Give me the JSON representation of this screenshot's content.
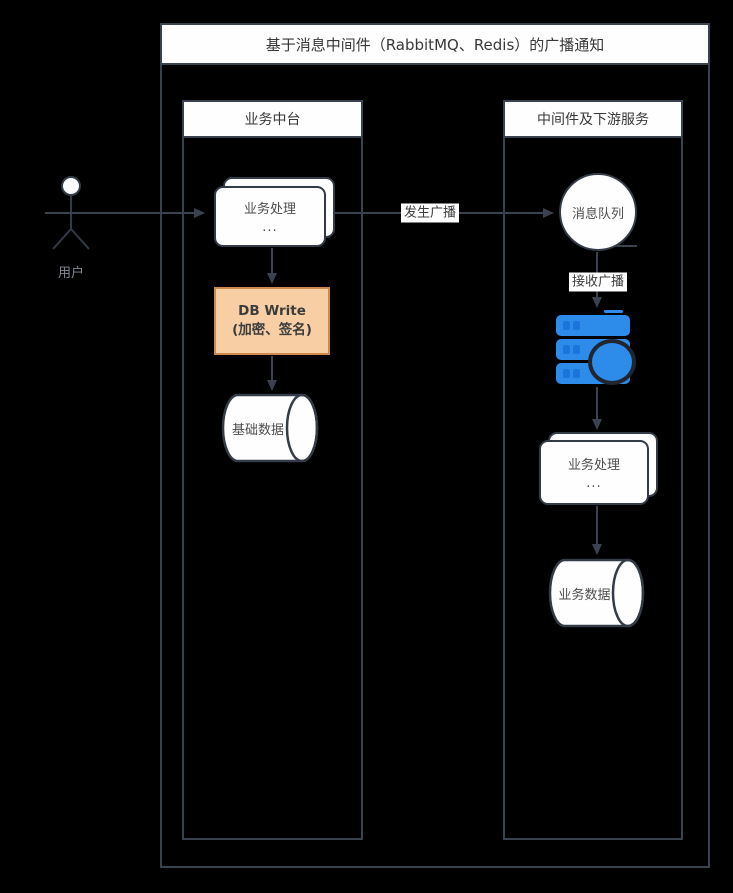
{
  "title": "基于消息中间件（RabbitMQ、Redis）的广播通知",
  "actor": {
    "label": "用户",
    "icon": "person-icon"
  },
  "lanes": [
    {
      "id": "business-platform",
      "header": "业务中台"
    },
    {
      "id": "middleware-downstream",
      "header": "中间件及下游服务"
    }
  ],
  "nodes": {
    "business_process_left": {
      "line1": "业务处理",
      "line2": "..."
    },
    "db_write": {
      "line1": "DB Write",
      "line2": "(加密、签名)"
    },
    "base_data": {
      "label": "基础数据"
    },
    "message_queue": {
      "label": "消息队列"
    },
    "redis_store": {
      "icon": "database-icon"
    },
    "business_process_right": {
      "line1": "业务处理",
      "line2": "..."
    },
    "business_data": {
      "label": "业务数据"
    }
  },
  "edges": {
    "broadcast_send_label": "发生广播",
    "broadcast_receive_label": "接收广播"
  },
  "colors": {
    "background": "#000000",
    "line": "#3A4250",
    "shape_fill": "#FFFFFF",
    "db_write_fill": "#F8CEA4",
    "db_write_border": "#CE8A4E",
    "icon_blue": "#2D8CEA",
    "icon_blue_dark": "#1B74DB",
    "text_dark": "#4D4D4D"
  }
}
